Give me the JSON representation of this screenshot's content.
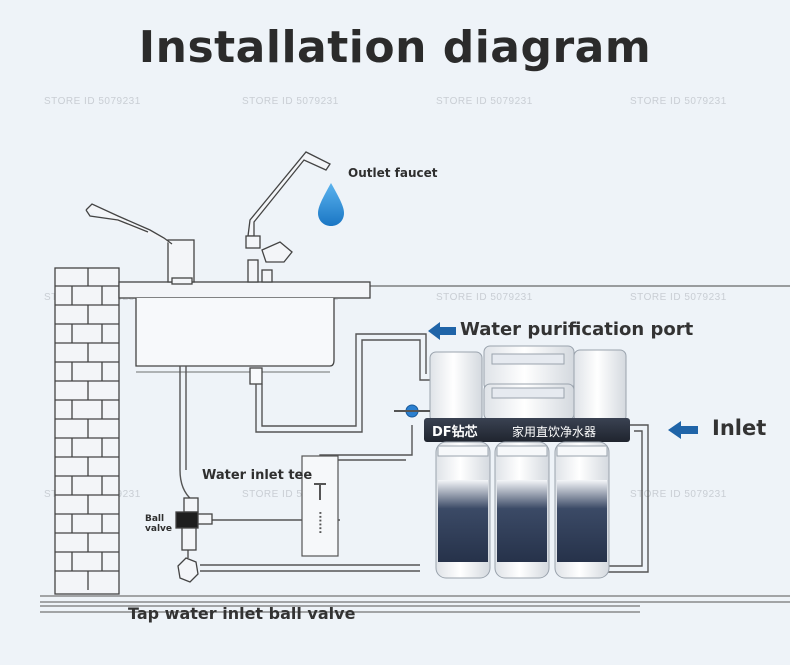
{
  "title": "Installation diagram",
  "watermark": "STORE ID 5079231",
  "labels": {
    "outlet_faucet": "Outlet faucet",
    "purification_port": "Water purification port",
    "inlet": "Inlet",
    "inlet_tee": "Water inlet tee",
    "ball_valve_line1": "Ball",
    "ball_valve_line2": "valve",
    "tap_valve": "Tap water inlet ball valve"
  },
  "purifier": {
    "brand": "DF钻芯",
    "product_name": "家用直饮净水器"
  },
  "colors": {
    "arrow": "#1f64a8",
    "water_drop": "#2a8ad6",
    "line": "#555555",
    "purifier_band": "#2c3340",
    "filter_label": "#2c3a52"
  }
}
